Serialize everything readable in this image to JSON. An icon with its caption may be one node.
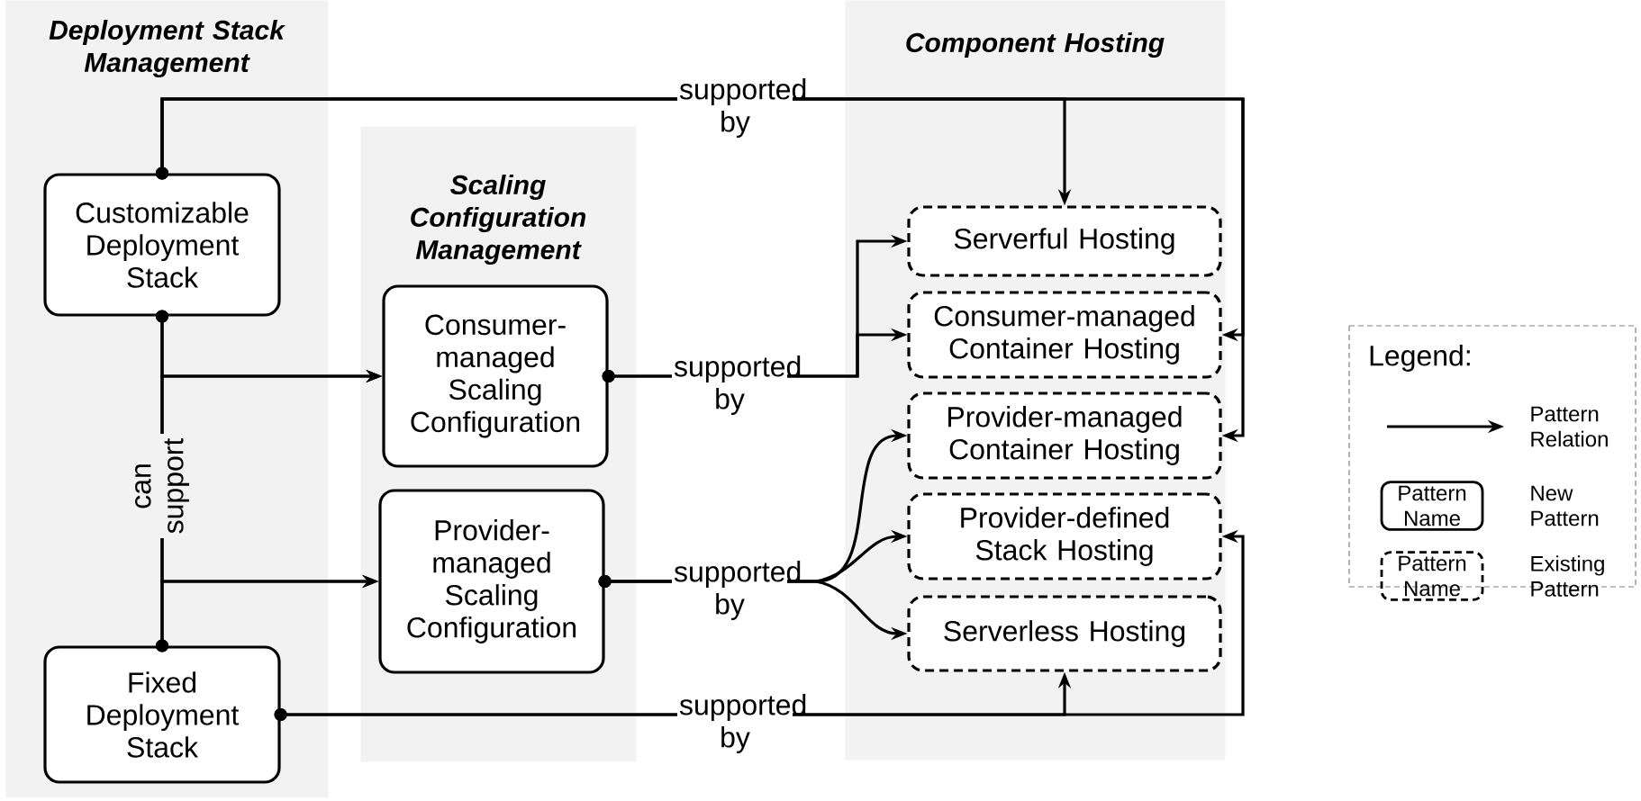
{
  "diagram": {
    "nodes": [
      {
        "text": [
          "Deployment Stack Management"
        ]
      },
      {
        "text": [
          "Customizable Deployment Stack"
        ],
        "in": 0
      },
      {
        "text": [
          "Fixed Deployment Stack"
        ],
        "in": 0
      },
      {
        "text": [
          "Scaling Configuration Management"
        ]
      },
      {
        "text": [
          "Consumer-managed Scaling Configuration"
        ],
        "in": 3
      },
      {
        "text": [
          "Provider-managed Scaling Configuration"
        ],
        "in": 3
      },
      {
        "text": [
          "Component Hosting"
        ]
      },
      {
        "text": [
          "Serverful Hosting"
        ],
        "in": 6
      },
      {
        "text": [
          "Consumer-managed Container Hosting"
        ],
        "in": 6
      },
      {
        "text": [
          "Provider-managed Container Hosting"
        ],
        "in": 6
      },
      {
        "text": [
          "Provider-defined Stack Hosting"
        ],
        "in": 6
      },
      {
        "text": [
          "Serverless Hosting"
        ],
        "in": 6
      }
    ],
    "edges": [
      {
        "from": 1,
        "to": 7,
        "arrow": "to",
        "label": "supported by"
      },
      {
        "from": 1,
        "to": 8,
        "arrow": "to"
      },
      {
        "from": 1,
        "to": 9,
        "arrow": "to"
      },
      {
        "from": 1,
        "to": 4,
        "arrow": "to"
      },
      {
        "from": 1,
        "to": 5,
        "arrow": "to",
        "label": "can support"
      },
      {
        "from": 2,
        "to": 4,
        "arrow": "to"
      },
      {
        "from": 2,
        "to": 5,
        "arrow": "to"
      },
      {
        "from": 4,
        "to": 7,
        "arrow": "to",
        "label": "supported by"
      },
      {
        "from": 4,
        "to": 8,
        "arrow": "to"
      },
      {
        "from": 5,
        "to": 9,
        "arrow": "to",
        "label": "supported by"
      },
      {
        "from": 5,
        "to": 10,
        "arrow": "to"
      },
      {
        "from": 5,
        "to": 11,
        "arrow": "to"
      },
      {
        "from": 2,
        "to": 11,
        "arrow": "to",
        "label": "supported by"
      },
      {
        "from": 2,
        "to": 10,
        "arrow": "to"
      }
    ],
    "labels": [
      "Legend:",
      "Pattern Name",
      "Pattern Name"
    ],
    "legend": [
      {
        "text": "Pattern Relation"
      },
      {
        "text": "New Pattern"
      },
      {
        "text": "Existing Pattern"
      }
    ]
  }
}
